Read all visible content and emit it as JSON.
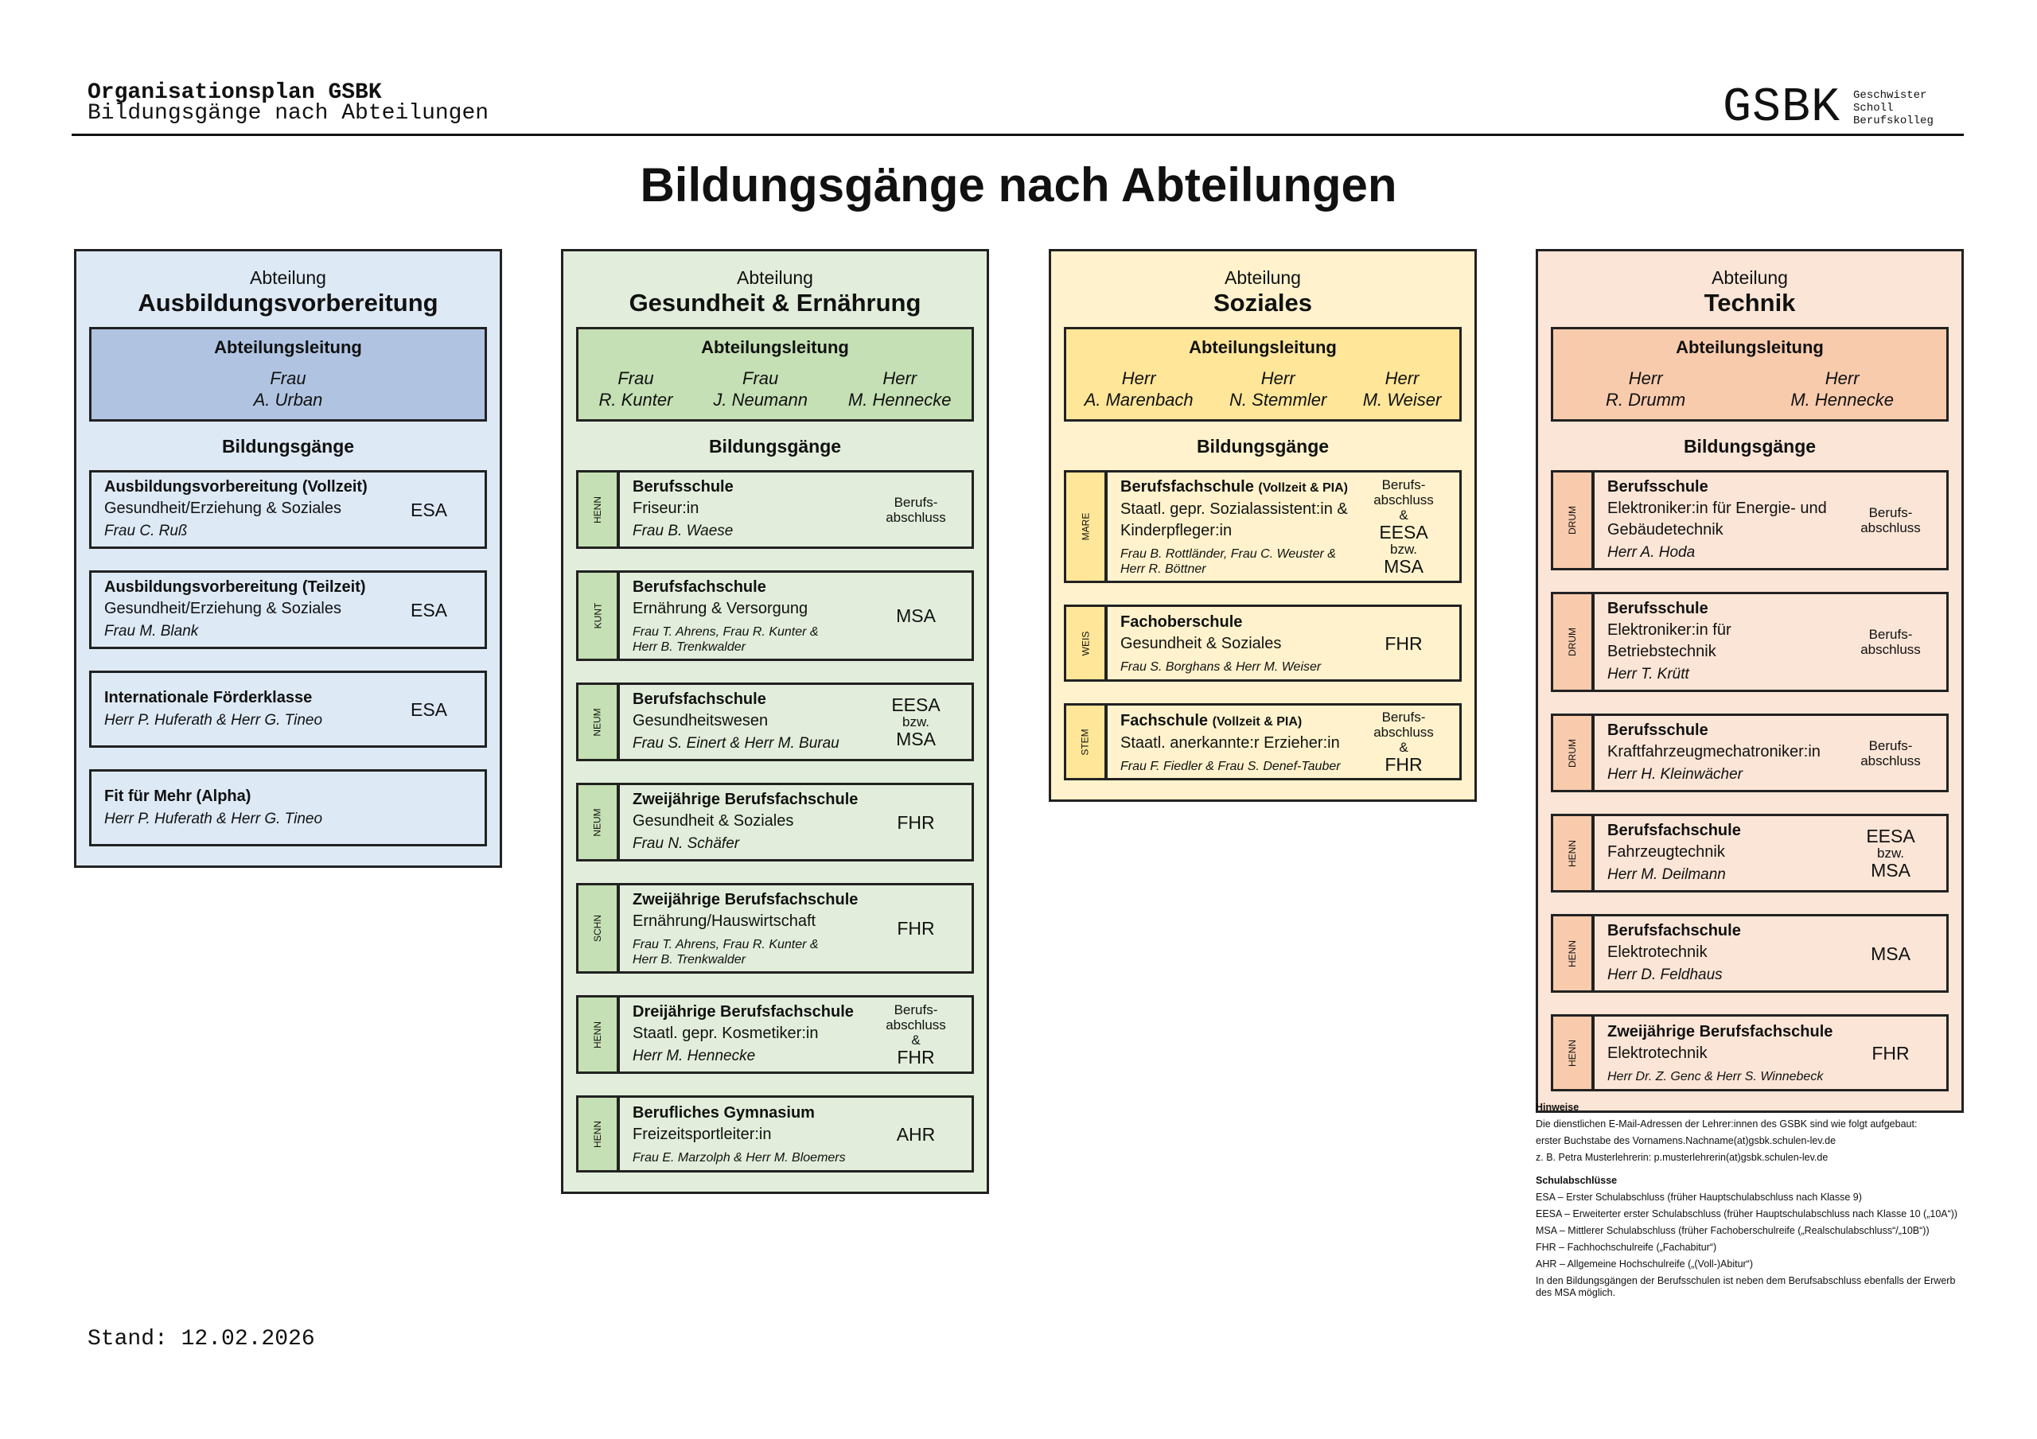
{
  "header": {
    "title": "Organisationsplan GSBK",
    "subtitle": "Bildungsgänge nach Abteilungen",
    "logo_mark": "GSBK",
    "logo_sub": "Geschwister\nScholl\nBerufskolleg"
  },
  "main_title": "Bildungsgänge nach Abteilungen",
  "labels": {
    "abteilung": "Abteilung",
    "leitung": "Abteilungsleitung",
    "bildungsgaenge": "Bildungsgänge"
  },
  "departments": [
    {
      "name": "Ausbildungsvorbereitung",
      "colors": {
        "bg": "#dde9f5",
        "accent": "#b0c4e2"
      },
      "leitung": [
        {
          "salutation": "Frau",
          "name": "A. Urban"
        }
      ],
      "courses": [
        {
          "title": "Ausbildungsvorbereitung (Vollzeit)",
          "subject": "Gesundheit/Erziehung & Soziales",
          "names": "Frau C. Ruß",
          "abschluss": [
            "ESA"
          ]
        },
        {
          "title": "Ausbildungsvorbereitung (Teilzeit)",
          "subject": "Gesundheit/Erziehung & Soziales",
          "names": "Frau M. Blank",
          "abschluss": [
            "ESA"
          ]
        },
        {
          "title": "Internationale Förderklasse",
          "names": "Herr P. Huferath & Herr G. Tineo",
          "abschluss": [
            "ESA"
          ]
        },
        {
          "title": "Fit für Mehr (Alpha)",
          "names": "Herr P. Huferath & Herr G. Tineo",
          "abschluss": []
        }
      ]
    },
    {
      "name": "Gesundheit & Ernährung",
      "colors": {
        "bg": "#e2eedb",
        "accent": "#c5e0b4"
      },
      "leitung": [
        {
          "salutation": "Frau",
          "name": "R. Kunter"
        },
        {
          "salutation": "Frau",
          "name": "J. Neumann"
        },
        {
          "salutation": "Herr",
          "name": "M. Hennecke"
        }
      ],
      "courses": [
        {
          "code": "HENN",
          "title": "Berufsschule",
          "subject": "Friseur:in",
          "names": "Frau B. Waese",
          "abschluss": [
            "Berufs-",
            "abschluss"
          ]
        },
        {
          "code": "KUNT",
          "title": "Berufsfachschule",
          "subject": "Ernährung & Versorgung",
          "names": "Frau T. Ahrens, Frau R. Kunter &\nHerr B. Trenkwalder",
          "names_small": true,
          "abschluss": [
            "MSA"
          ]
        },
        {
          "code": "NEUM",
          "title": "Berufsfachschule",
          "subject": "Gesundheitswesen",
          "names": "Frau S. Einert & Herr M. Burau",
          "abschluss": [
            "EESA",
            "bzw.",
            "MSA"
          ]
        },
        {
          "code": "NEUM",
          "title": "Zweijährige Berufsfachschule",
          "subject": "Gesundheit & Soziales",
          "names": "Frau N. Schäfer",
          "abschluss": [
            "FHR"
          ]
        },
        {
          "code": "SCHN",
          "title": "Zweijährige Berufsfachschule",
          "subject": "Ernährung/Hauswirtschaft",
          "names": "Frau T. Ahrens, Frau R. Kunter &\nHerr B. Trenkwalder",
          "names_small": true,
          "abschluss": [
            "FHR"
          ]
        },
        {
          "code": "HENN",
          "title": "Dreijährige Berufsfachschule",
          "subject": "Staatl. gepr. Kosmetiker:in",
          "names": "Herr M. Hennecke",
          "abschluss": [
            "Berufs-",
            "abschluss",
            "&",
            "FHR"
          ]
        },
        {
          "code": "HENN",
          "title": "Berufliches Gymnasium",
          "subject": "Freizeitsportleiter:in",
          "names": "Frau E. Marzolph & Herr M. Bloemers",
          "names_small": true,
          "abschluss": [
            "AHR"
          ]
        }
      ]
    },
    {
      "name": "Soziales",
      "colors": {
        "bg": "#fff2cc",
        "accent": "#ffe699"
      },
      "leitung": [
        {
          "salutation": "Herr",
          "name": "A. Marenbach"
        },
        {
          "salutation": "Herr",
          "name": "N. Stemmler"
        },
        {
          "salutation": "Herr",
          "name": "M. Weiser"
        }
      ],
      "courses": [
        {
          "code": "MARE",
          "title": "Berufsfachschule",
          "title_suffix": "(Vollzeit & PIA)",
          "subject": "Staatl. gepr. Sozialassistent:in &\nKinderpfleger:in",
          "names": "Frau B. Rottländer, Frau C. Weuster &\nHerr R. Böttner",
          "names_small": true,
          "abschluss": [
            "Berufs-",
            "abschluss",
            "&",
            "EESA",
            "bzw.",
            "MSA"
          ]
        },
        {
          "code": "WEIS",
          "title": "Fachoberschule",
          "subject": "Gesundheit & Soziales",
          "names": "Frau S. Borghans & Herr M. Weiser",
          "names_small": true,
          "abschluss": [
            "FHR"
          ]
        },
        {
          "code": "STEM",
          "title": "Fachschule",
          "title_suffix": "(Vollzeit & PIA)",
          "subject": "Staatl. anerkannte:r Erzieher:in",
          "names": "Frau F. Fiedler & Frau S. Denef-Tauber",
          "names_small": true,
          "abschluss": [
            "Berufs-",
            "abschluss",
            "&",
            "FHR"
          ]
        }
      ]
    },
    {
      "name": "Technik",
      "colors": {
        "bg": "#fbe5d6",
        "accent": "#f8cbad"
      },
      "leitung": [
        {
          "salutation": "Herr",
          "name": "R. Drumm"
        },
        {
          "salutation": "Herr",
          "name": "M. Hennecke"
        }
      ],
      "courses": [
        {
          "code": "DRUM",
          "title": "Berufsschule",
          "subject": "Elektroniker:in für Energie- und\nGebäudetechnik",
          "names": "Herr A. Hoda",
          "abschluss": [
            "Berufs-",
            "abschluss"
          ]
        },
        {
          "code": "DRUM",
          "title": "Berufsschule",
          "subject": "Elektroniker:in für Betriebstechnik",
          "names": "Herr T. Krütt",
          "abschluss": [
            "Berufs-",
            "abschluss"
          ]
        },
        {
          "code": "DRUM",
          "title": "Berufsschule",
          "subject": "Kraftfahrzeugmechatroniker:in",
          "names": "Herr H. Kleinwächer",
          "abschluss": [
            "Berufs-",
            "abschluss"
          ]
        },
        {
          "code": "HENN",
          "title": "Berufsfachschule",
          "subject": "Fahrzeugtechnik",
          "names": "Herr M. Deilmann",
          "abschluss": [
            "EESA",
            "bzw.",
            "MSA"
          ]
        },
        {
          "code": "HENN",
          "title": "Berufsfachschule",
          "subject": "Elektrotechnik",
          "names": "Herr D. Feldhaus",
          "abschluss": [
            "MSA"
          ]
        },
        {
          "code": "HENN",
          "title": "Zweijährige Berufsfachschule",
          "subject": "Elektrotechnik",
          "names": "Herr Dr. Z. Genc & Herr S. Winnebeck",
          "names_small": true,
          "abschluss": [
            "FHR"
          ]
        }
      ]
    }
  ],
  "notes": {
    "hinweise_title": "Hinweise",
    "hinweise": [
      "Die dienstlichen E-Mail-Adressen der Lehrer:innen des GSBK sind wie folgt aufgebaut:",
      "erster Buchstabe des Vornamens.Nachname(at)gsbk.schulen-lev.de",
      "z. B. Petra Musterlehrerin: p.musterlehrerin(at)gsbk.schulen-lev.de"
    ],
    "abschluesse_title": "Schulabschlüsse",
    "abschluesse": [
      "ESA – Erster Schulabschluss (früher Hauptschulabschluss nach Klasse 9)",
      "EESA – Erweiterter erster Schulabschluss (früher Hauptschulabschluss nach Klasse 10 („10A“))",
      "MSA – Mittlerer Schulabschluss (früher Fachoberschulreife („Realschulabschluss“/„10B“))",
      "FHR – Fachhochschulreife („Fachabitur“)",
      "AHR – Allgemeine Hochschulreife („(Voll-)Abitur“)"
    ],
    "footer_note": "In den Bildungsgängen der Berufsschulen ist neben dem Berufsabschluss ebenfalls der Erwerb des MSA möglich."
  },
  "stand": "Stand: 12.02.2026"
}
